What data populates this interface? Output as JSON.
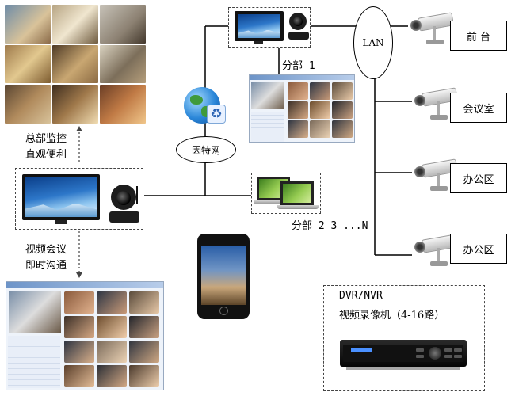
{
  "hq": {
    "caption_line1": "总部监控",
    "caption_line2": "直观便利",
    "caption_bottom_line1": "视频会议",
    "caption_bottom_line2": "即时沟通"
  },
  "network": {
    "internet": "因特网",
    "lan": "LAN"
  },
  "branches": {
    "branch1": "分部 1",
    "branch2": "分部 2  3 ...N"
  },
  "zones": [
    {
      "label": "前  台"
    },
    {
      "label": "会议室"
    },
    {
      "label": "办公区"
    },
    {
      "label": "办公区"
    }
  ],
  "dvr": {
    "title": "DVR/NVR",
    "subtitle": "视频录像机（4-16路）"
  },
  "colors": {
    "line": "#000000",
    "dash": "#444444"
  },
  "icons": [
    "globe-icon",
    "recycle-icon",
    "network-camera-icon",
    "bullet-camera-icon",
    "monitor-icon",
    "laptop-icon",
    "smartphone-icon",
    "dvr-device-icon"
  ]
}
